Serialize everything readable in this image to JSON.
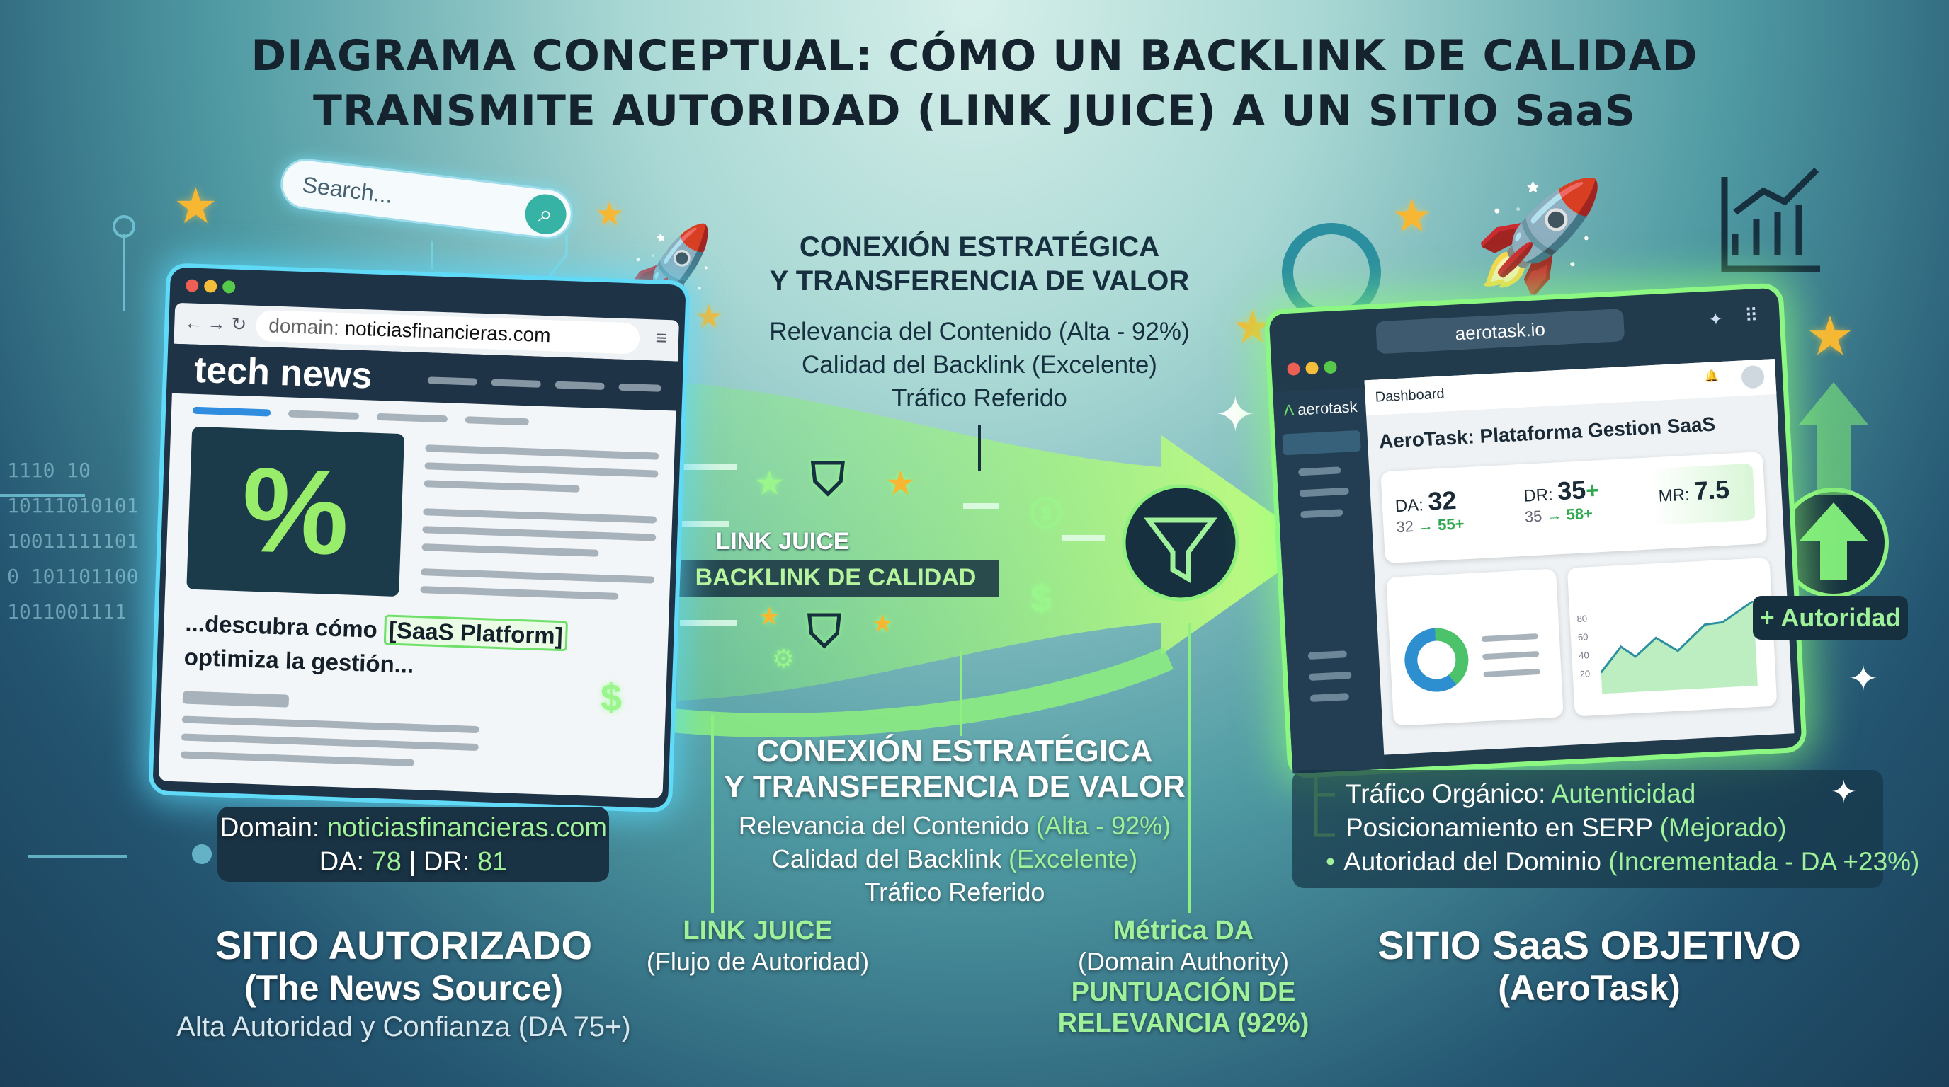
{
  "title": {
    "line1": "DIAGRAMA CONCEPTUAL: CÓMO UN BACKLINK DE CALIDAD",
    "line2": "TRANSMITE AUTORIDAD (LINK JUICE) A UN SITIO SaaS"
  },
  "search": {
    "placeholder": "Search...",
    "icon": "search-icon"
  },
  "binary_lines": [
    "1110 10",
    "10111010101",
    "10011111101",
    "0  101101100",
    "1011001111"
  ],
  "source_browser": {
    "url_prefix": "domain: ",
    "url": "noticiasfinancieras.com",
    "site_name": "tech news",
    "hero_symbol": "%",
    "text_before": "...descubra cómo ",
    "link_text": "[SaaS Platform]",
    "text_after": "optimiza la gestión..."
  },
  "source_info": {
    "domain_label": "Domain: ",
    "domain": "noticiasfinancieras.com",
    "da_label": "DA: ",
    "da": "78",
    "sep": "|",
    "dr_label": "DR: ",
    "dr": "81"
  },
  "source_caption": {
    "title": "SITIO AUTORIZADO",
    "subtitle": "(The News Source)",
    "desc": "Alta Autoridad y Confianza (DA 75+)"
  },
  "top_center": {
    "title1": "CONEXIÓN ESTRATÉGICA",
    "title2": "Y TRANSFERENCIA DE VALOR",
    "item1": "Relevancia del Contenido (Alta - 92%)",
    "item2": "Calidad del Backlink (Excelente)",
    "item3": "Tráfico Referido"
  },
  "flow": {
    "label1": "LINK JUICE",
    "label2": "BACKLINK DE CALIDAD",
    "colors": {
      "flow": "#8ef07e",
      "dark": "#16303f",
      "accent": "#6fe06a"
    }
  },
  "bottom_center": {
    "title1": "CONEXIÓN ESTRATÉGICA",
    "title2": "Y TRANSFERENCIA DE VALOR",
    "item1_a": "Relevancia del Contenido ",
    "item1_b": "(Alta - 92%)",
    "item2_a": "Calidad del Backlink ",
    "item2_b": "(Excelente)",
    "item3": "Tráfico Referido"
  },
  "link_juice": {
    "title": "LINK JUICE",
    "sub": "(Flujo de Autoridad)"
  },
  "metric": {
    "title": "Métrica DA",
    "sub": "(Domain Authority)",
    "score1": "PUNTUACIÓN DE",
    "score2": "RELEVANCIA (92%)"
  },
  "target_browser": {
    "url": "aerotask.io",
    "logo": "aerotask",
    "header": "Dashboard",
    "page_title": "AeroTask: Plataforma Gestion SaaS",
    "metrics": [
      {
        "label": "DA: ",
        "value": "32",
        "from": "32",
        "to": "55+"
      },
      {
        "label": "DR: ",
        "value": "35",
        "plus": "+",
        "from": "35",
        "to": "58+"
      },
      {
        "label": "MR: ",
        "value": "7.5"
      }
    ],
    "arrow": "→",
    "chart_ticks": [
      "80",
      "60",
      "40",
      "20"
    ]
  },
  "target_badge": "+ Autoridad",
  "target_info": {
    "l1a": "Tráfico Orgánico: ",
    "l1b": "Autenticidad",
    "l2a": "Posicionamiento en SERP ",
    "l2b": "(Mejorado)",
    "l3a": "Autoridad del Dominio ",
    "l3b": "(Incrementada - DA +23%)"
  },
  "target_caption": {
    "title": "SITIO SaaS OBJETIVO",
    "subtitle": "(AeroTask)"
  }
}
